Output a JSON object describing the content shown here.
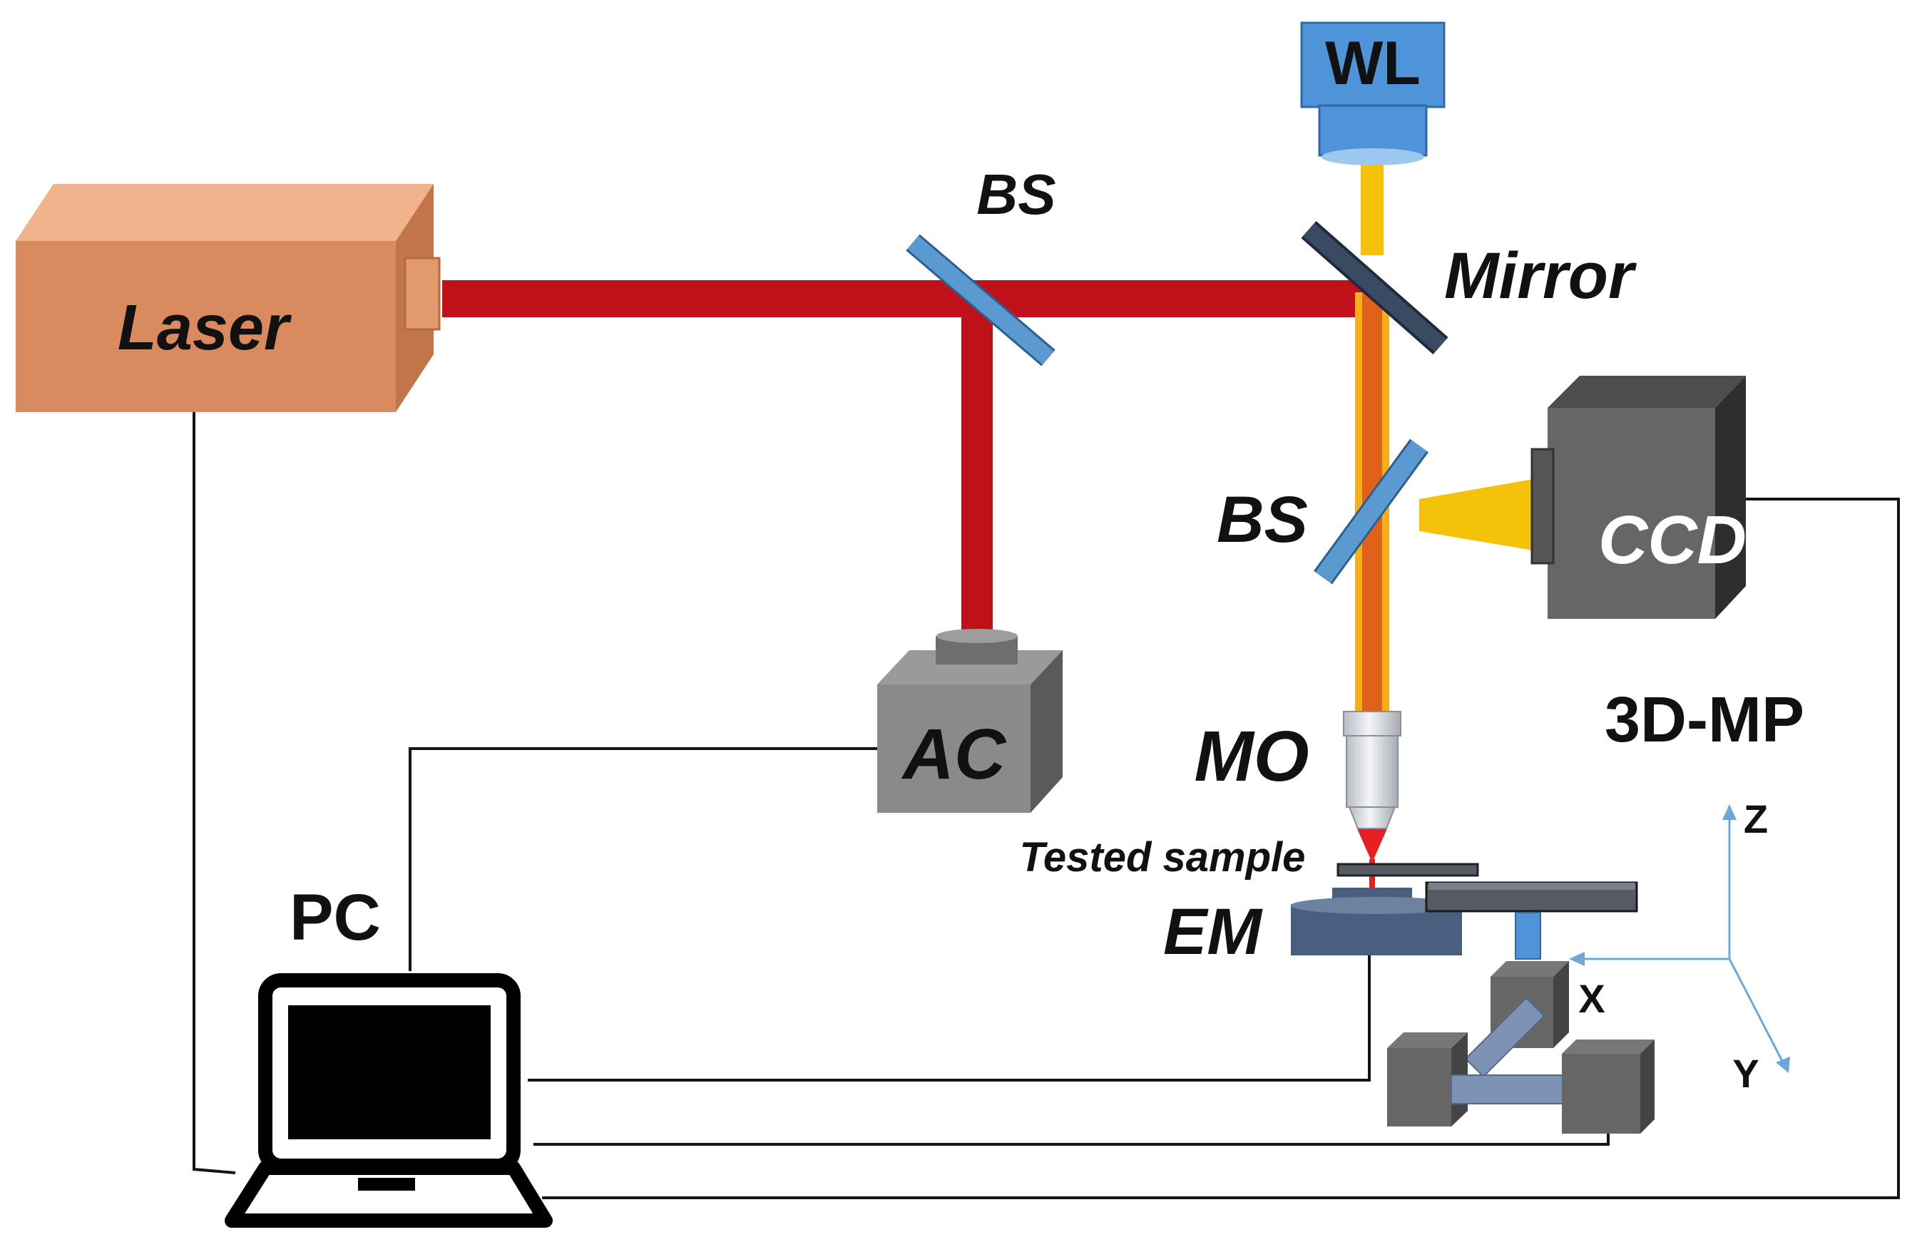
{
  "labels": {
    "laser": "Laser",
    "bs_top": "BS",
    "wl": "WL",
    "mirror": "Mirror",
    "bs_mid": "BS",
    "ccd": "CCD",
    "ac": "AC",
    "mo": "MO",
    "stage_3d": "3D-MP",
    "tested_sample": "Tested sample",
    "em": "EM",
    "pc": "PC",
    "axis_z": "Z",
    "axis_x": "X",
    "axis_y": "Y"
  },
  "colors": {
    "laser_box": "#d98b5f",
    "laser_beam": "#c0101a",
    "beam_orange": "#e0621a",
    "white_light": "#f5c20a",
    "splitter": "#5a9ad0",
    "mirror": "#3a4a62",
    "wl_lamp": "#4f93d8",
    "device_gray": "#6e6e6e",
    "stage_blue": "#4a5f80",
    "axis": "#6fa8d6"
  }
}
